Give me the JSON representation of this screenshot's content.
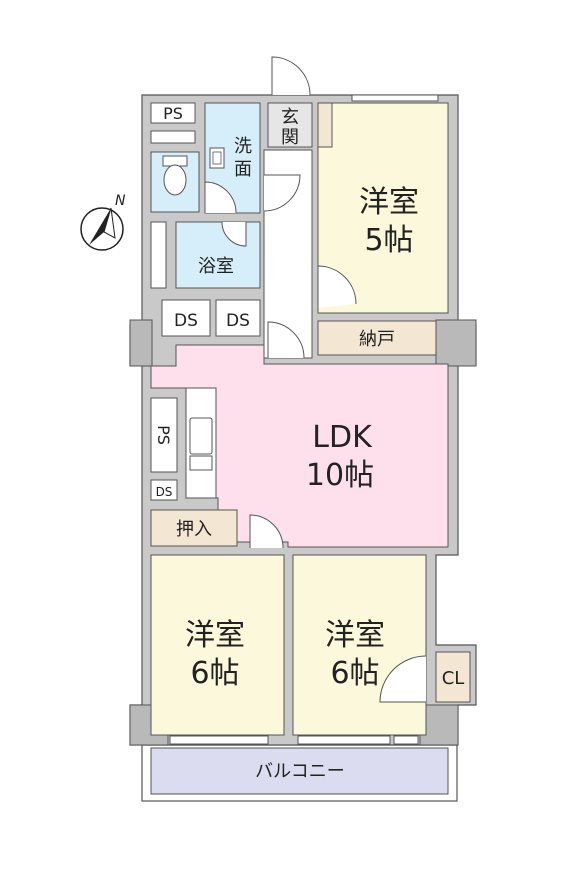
{
  "compass": {
    "label": "N"
  },
  "rooms": {
    "west_room_north": {
      "name": "洋室",
      "size": "5帖"
    },
    "ldk": {
      "name": "LDK",
      "size": "10帖"
    },
    "room_sw": {
      "name": "洋室",
      "size": "6帖"
    },
    "room_se": {
      "name": "洋室",
      "size": "6帖"
    },
    "entrance": {
      "line1": "玄",
      "line2": "関"
    },
    "washroom": {
      "line1": "洗",
      "line2": "面"
    },
    "bath": "浴室",
    "storage": "納戸",
    "oshiire": "押入",
    "closet": "CL",
    "balcony": "バルコニー",
    "ps_top": "PS",
    "ps_left": "PS",
    "ds_1": "DS",
    "ds_2": "DS",
    "ds_small": "DS"
  },
  "colors": {
    "wall": "#c9c9c9",
    "wall_stroke": "#555555",
    "western_room": "#fbf8dc",
    "ldk": "#fde0ec",
    "wet_area": "#d6eefa",
    "storage": "#f3e6d2",
    "balcony": "#dcdcf0",
    "hall": "#ffffff"
  }
}
